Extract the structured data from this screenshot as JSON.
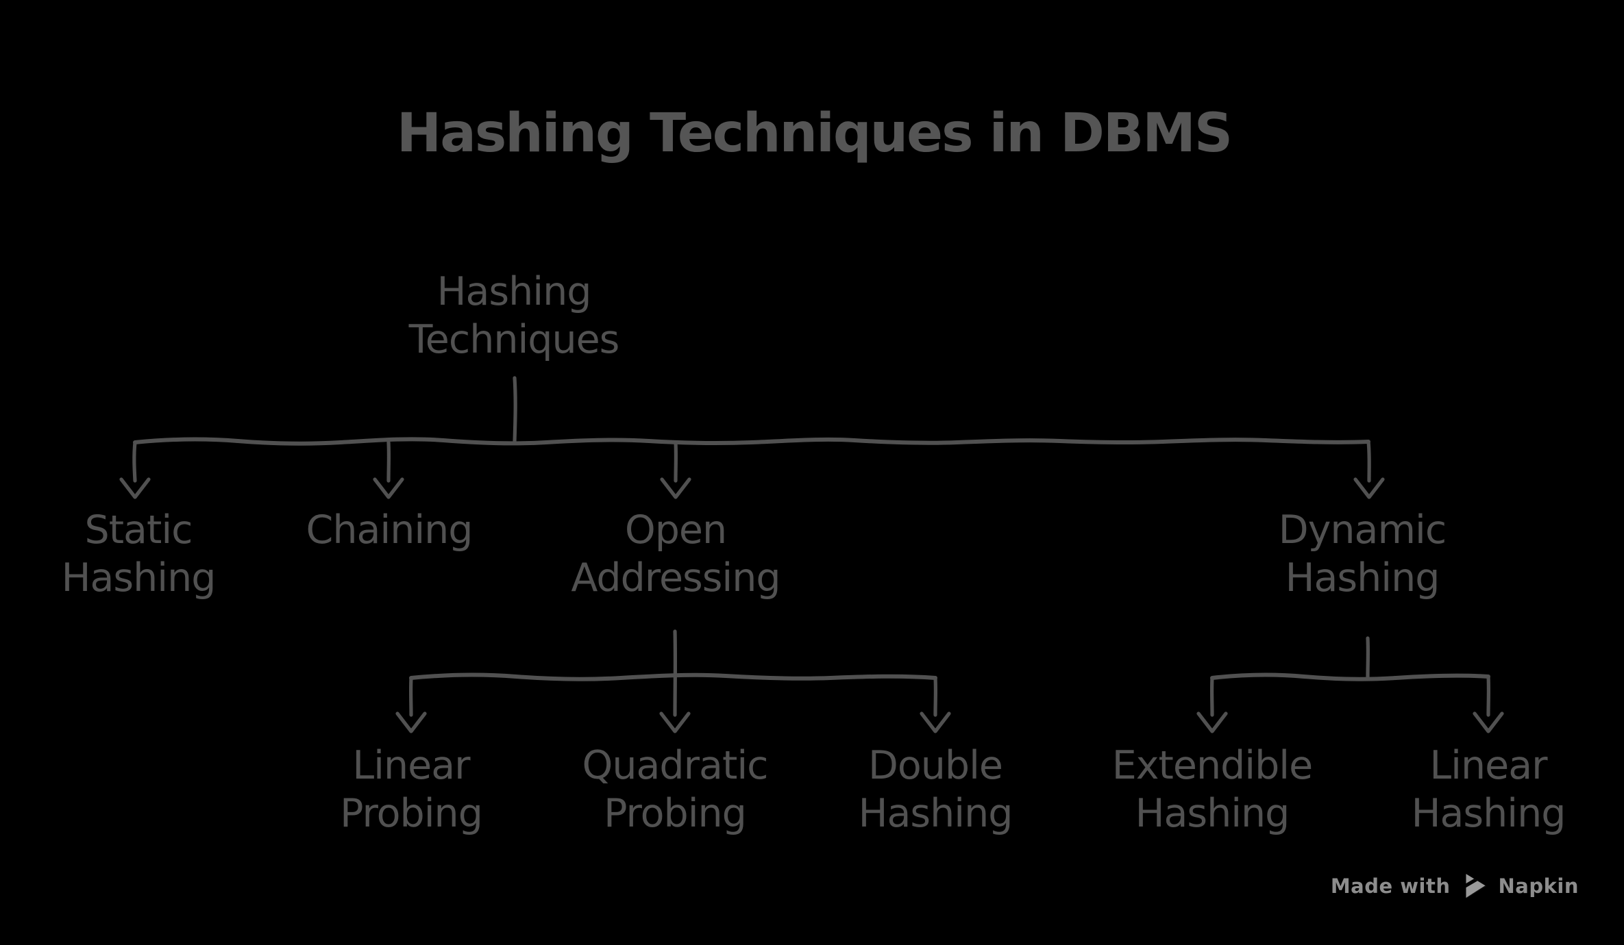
{
  "title": "Hashing Techniques in DBMS",
  "diagram": {
    "root": {
      "label": "Hashing\nTechniques"
    },
    "branches": [
      {
        "label": "Static\nHashing",
        "children": []
      },
      {
        "label": "Chaining",
        "children": []
      },
      {
        "label": "Open\nAddressing",
        "children": [
          {
            "label": "Linear\nProbing"
          },
          {
            "label": "Quadratic\nProbing"
          },
          {
            "label": "Double\nHashing"
          }
        ]
      },
      {
        "label": "Dynamic\nHashing",
        "children": [
          {
            "label": "Extendible\nHashing"
          },
          {
            "label": "Linear\nHashing"
          }
        ]
      }
    ]
  },
  "footer": {
    "made_with": "Made with",
    "brand": "Napkin"
  },
  "colors": {
    "background": "#000000",
    "ink": "#515151",
    "title": "#555555",
    "footer_text": "#8d8d8d",
    "logo": "#9a9a9a"
  }
}
